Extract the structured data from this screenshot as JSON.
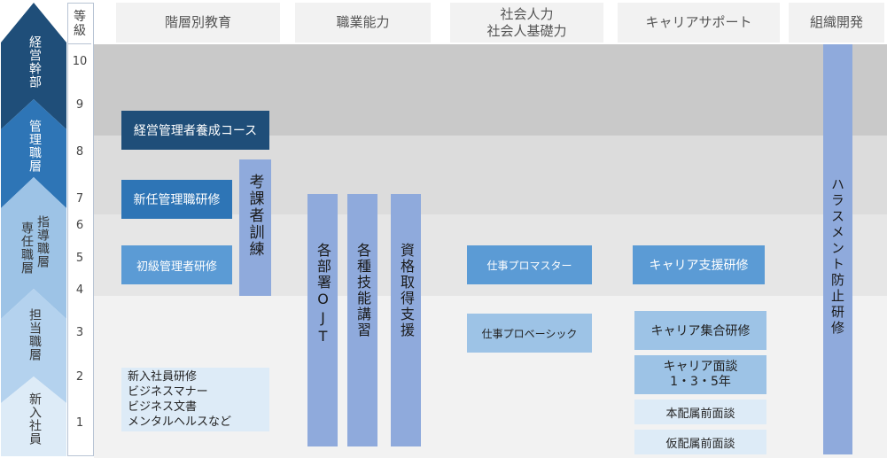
{
  "grade_header": "等\n級",
  "grades": [
    "10",
    "9",
    "8",
    "7",
    "6",
    "5",
    "4",
    "3",
    "2",
    "1"
  ],
  "tiers": [
    {
      "label": "経営幹部"
    },
    {
      "label": "管理職層"
    },
    {
      "label_col1": "指導職層",
      "label_col2": "専任職層"
    },
    {
      "label": "担当職層"
    },
    {
      "label": "新入社員"
    }
  ],
  "columns": [
    "階層別教育",
    "職業能力",
    "社会人力\n社会人基礎力",
    "キャリアサポート",
    "組織開発"
  ],
  "programs": {
    "executive_course": "経営管理者養成コース",
    "new_manager": "新任管理職研修",
    "junior_manager": "初級管理者研修",
    "evaluator": "考課者訓練",
    "newcomer": "新入社員研修\nビジネスマナー\nビジネス文書\nメンタルヘルスなど",
    "ojt": "各部署OJT",
    "skills": "各種技能講習",
    "qualification": "資格取得支援",
    "work_pro_master": "仕事プロマスター",
    "work_pro_basic": "仕事プロベーシック",
    "career_support": "キャリア支援研修",
    "career_group": "キャリア集合研修",
    "career_interview": "キャリア面談\n1・3・5年",
    "main_assign_interview": "本配属前面談",
    "temp_assign_interview": "仮配属前面談",
    "harassment": "ハラスメント防止研修"
  },
  "colors": {
    "navy": "#1f4e79",
    "blue": "#2e75b6",
    "mid_blue": "#5b9bd5",
    "light_blue": "#9dc3e6",
    "pale_blue": "#ddebf7",
    "periwinkle": "#8faadc",
    "band_dark": "#c9c9c9",
    "band_mid": "#dcdcdc",
    "band_light": "#e9e9e9",
    "band_pale": "#f3f3f3"
  }
}
